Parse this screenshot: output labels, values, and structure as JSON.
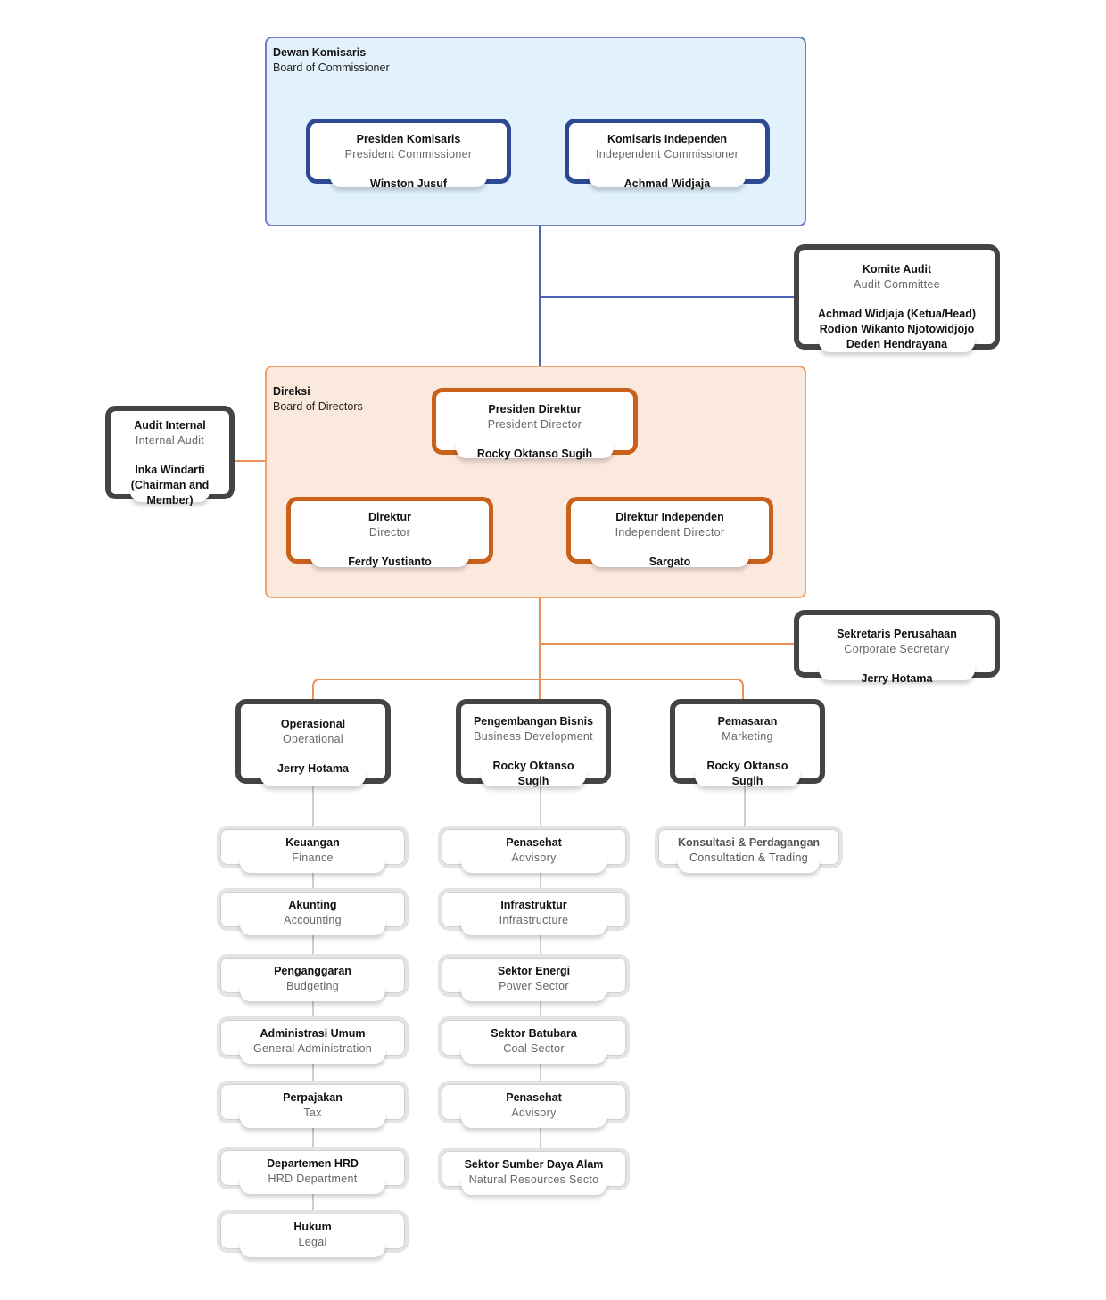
{
  "board": {
    "title": "Dewan Komisaris",
    "subtitle": "Board of Commissioner",
    "president": {
      "title": "Presiden Komisaris",
      "subtitle": "President Commissioner",
      "person": "Winston Jusuf"
    },
    "independent": {
      "title": "Komisaris Independen",
      "subtitle": "Independent Commissioner",
      "person": "Achmad Widjaja"
    }
  },
  "audit_committee": {
    "title": "Komite Audit",
    "subtitle": "Audit Committee",
    "members": [
      "Achmad Widjaja (Ketua/Head)",
      "Rodion Wikanto Njotowidjojo",
      "Deden Hendrayana"
    ]
  },
  "directors": {
    "title": "Direksi",
    "subtitle": "Board of Directors",
    "president": {
      "title": "Presiden Direktur",
      "subtitle": "President Director",
      "person": "Rocky Oktanso Sugih"
    },
    "director": {
      "title": "Direktur",
      "subtitle": "Director",
      "person": "Ferdy Yustianto"
    },
    "independent": {
      "title": "Direktur Independen",
      "subtitle": "Independent Director",
      "person": "Sargato"
    }
  },
  "internal_audit": {
    "title": "Audit Internal",
    "subtitle": "Internal Audit",
    "person_line1": "Inka Windarti",
    "person_line2": "(Chairman and",
    "person_line3": "Member)"
  },
  "corporate_secretary": {
    "title": "Sekretaris Perusahaan",
    "subtitle": "Corporate Secretary",
    "person": "Jerry Hotama"
  },
  "divisions": {
    "operational": {
      "title": "Operasional",
      "subtitle": "Operational",
      "person": "Jerry Hotama"
    },
    "business_development": {
      "title": "Pengembangan Bisnis",
      "subtitle": "Business Development",
      "person_line1": "Rocky Oktanso",
      "person_line2": "Sugih"
    },
    "marketing": {
      "title": "Pemasaran",
      "subtitle": "Marketing",
      "person_line1": "Rocky Oktanso",
      "person_line2": "Sugih"
    }
  },
  "operational_units": [
    {
      "title": "Keuangan",
      "subtitle": "Finance"
    },
    {
      "title": "Akunting",
      "subtitle": "Accounting"
    },
    {
      "title": "Penganggaran",
      "subtitle": "Budgeting"
    },
    {
      "title": "Administrasi Umum",
      "subtitle": "General Administration"
    },
    {
      "title": "Perpajakan",
      "subtitle": "Tax"
    },
    {
      "title": "Departemen HRD",
      "subtitle": "HRD Department"
    },
    {
      "title": "Hukum",
      "subtitle": "Legal"
    }
  ],
  "business_units": [
    {
      "title": "Penasehat",
      "subtitle": "Advisory"
    },
    {
      "title": "Infrastruktur",
      "subtitle": "Infrastructure"
    },
    {
      "title": "Sektor Energi",
      "subtitle": "Power Sector"
    },
    {
      "title": "Sektor Batubara",
      "subtitle": "Coal Sector"
    },
    {
      "title": "Penasehat",
      "subtitle": "Advisory"
    },
    {
      "title": "Sektor Sumber Daya Alam",
      "subtitle": "Natural Resources Secto"
    }
  ],
  "marketing_units": [
    {
      "title": "Konsultasi & Perdagangan",
      "subtitle": "Consultation & Trading"
    }
  ],
  "colors": {
    "board_fill": "#e1f2fc",
    "board_border": "#6f7ec6",
    "board_node_border": "#2c4a93",
    "directors_fill": "#fbe9dd",
    "directors_border": "#f0a26b",
    "directors_node_border": "#c9611b",
    "dark_node_border": "#444444",
    "unit_border": "#e4e4e4"
  }
}
